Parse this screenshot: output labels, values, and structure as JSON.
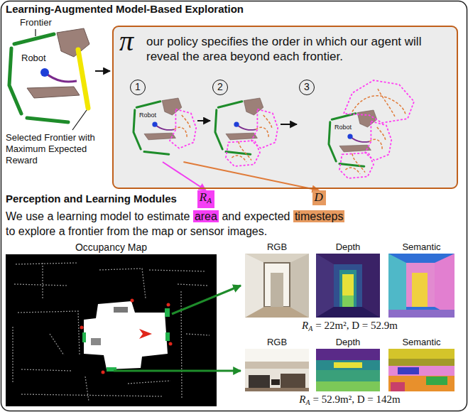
{
  "diagram": {
    "title": "Learning-Augmented Model-Based Exploration",
    "nodes": [
      {
        "text": [
          "π",
          "our policy specifies the order in which our agent will reveal the area beyond each frontier."
        ]
      },
      {
        "text": [
          "1"
        ],
        "in": 0
      },
      {
        "text": [
          "2"
        ],
        "in": 0
      },
      {
        "text": [
          "3"
        ],
        "in": 0
      },
      {
        "text": [
          "R",
          "A"
        ]
      },
      {
        "text": [
          "D"
        ]
      }
    ],
    "edges": [
      {
        "from": 1,
        "to": 2,
        "arrow": "to"
      },
      {
        "from": 2,
        "to": 3,
        "arrow": "to"
      },
      {
        "from": 1,
        "to": 4,
        "arrow": "to"
      },
      {
        "from": 1,
        "to": 5,
        "arrow": "to"
      }
    ],
    "labels": [
      "Frontier",
      "Robot",
      "Selected Frontier with Maximum Expected Reward",
      "Robot",
      "Robot",
      "Perception and Learning Modules",
      "We use a learning model to estimate",
      "area",
      "and expected",
      "timesteps",
      "to explore a frontier from the map or sensor images.",
      "Occupancy Map",
      "RGB",
      "Depth",
      "Semantic",
      "R",
      "A",
      "= 22m², D = 52.9m",
      "RGB",
      "Depth",
      "Semantic",
      "R",
      "A",
      "= 52.9m², D = 142m"
    ]
  }
}
